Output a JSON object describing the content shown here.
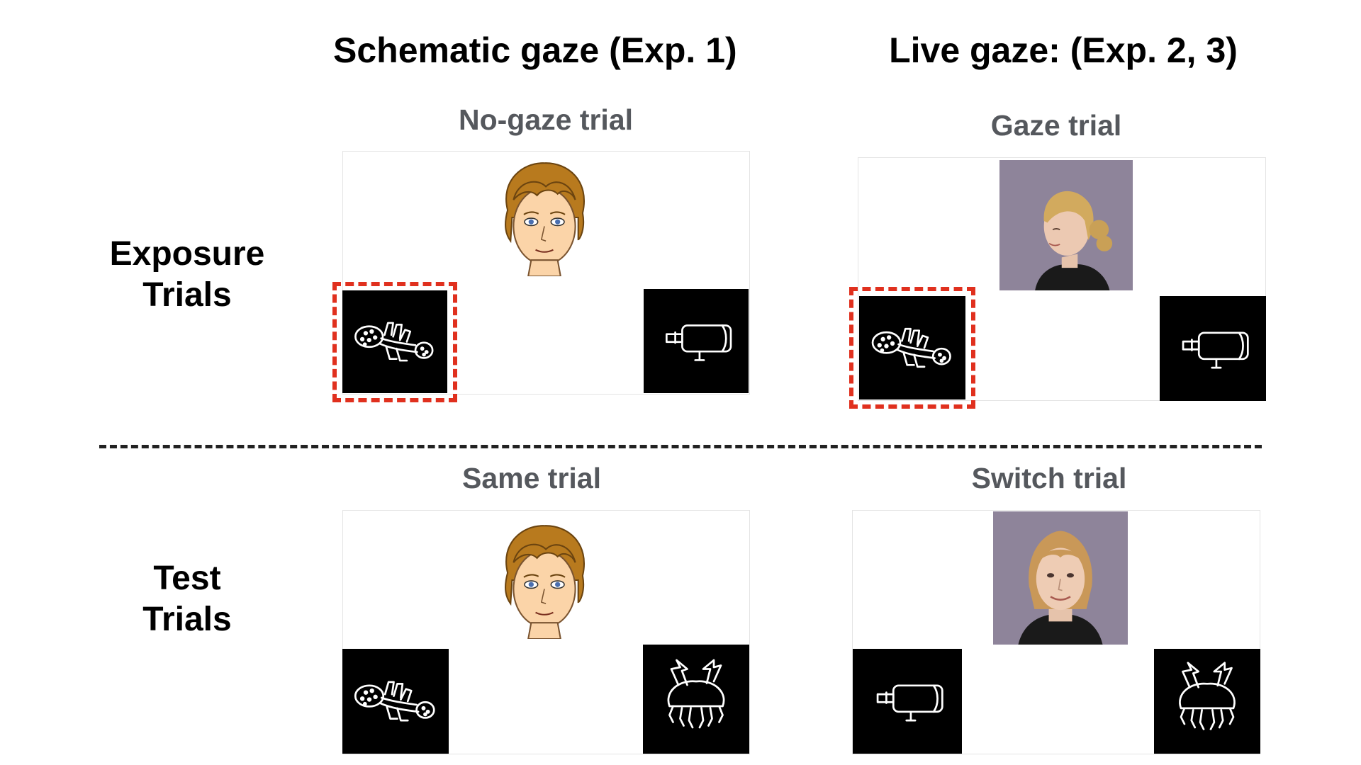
{
  "columns": {
    "schematic": "Schematic gaze (Exp. 1)",
    "live": "Live gaze: (Exp. 2, 3)"
  },
  "rows": {
    "exposure": [
      "Exposure",
      "Trials"
    ],
    "test": [
      "Test",
      "Trials"
    ]
  },
  "panels": {
    "exposure_schematic": {
      "title": "No-gaze trial",
      "face": "cartoon-face",
      "left_object": "bug-novel-object",
      "right_object": "cylinder-novel-object",
      "highlighted": "left"
    },
    "exposure_live": {
      "title": "Gaze trial",
      "face": "photo-woman-looking-left",
      "left_object": "bug-novel-object",
      "right_object": "cylinder-novel-object",
      "highlighted": "left"
    },
    "test_schematic": {
      "title": "Same trial",
      "face": "cartoon-face",
      "left_object": "bug-novel-object",
      "right_object": "jellyfish-novel-object",
      "highlighted": "none"
    },
    "test_live": {
      "title": "Switch trial",
      "face": "photo-woman-facing-forward",
      "left_object": "cylinder-novel-object",
      "right_object": "jellyfish-novel-object",
      "highlighted": "none"
    }
  },
  "colors": {
    "highlight": "#e0301e",
    "stimulus_bg": "#000000",
    "photo_bg": "#8e849a",
    "title_gray": "#55585d"
  }
}
